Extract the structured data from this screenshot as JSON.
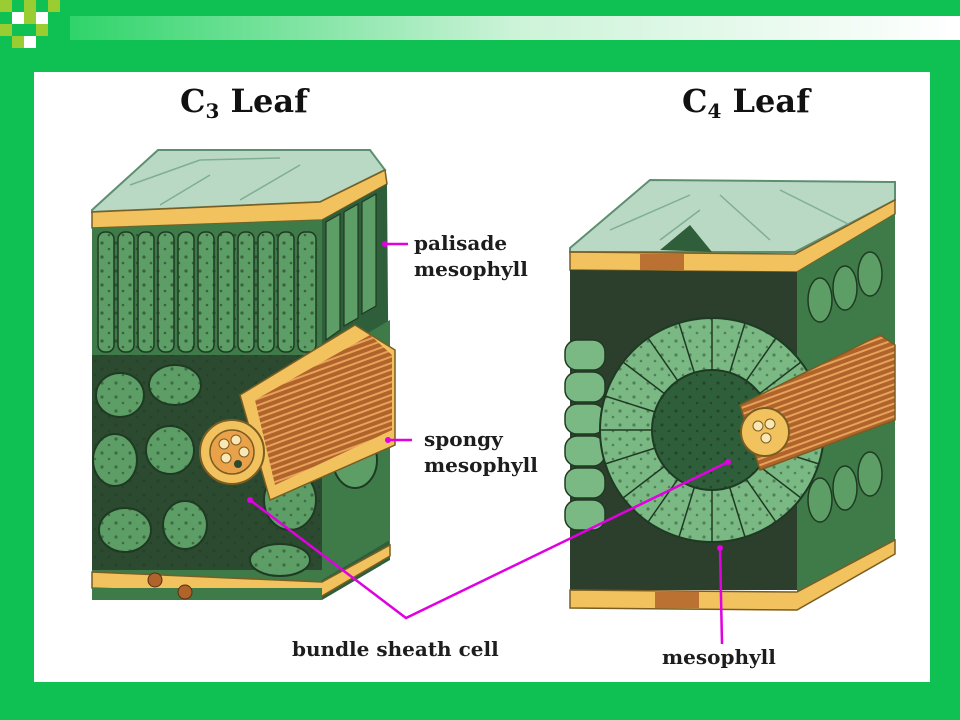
{
  "titles": {
    "c3_main": "C",
    "c3_sub": "3",
    "c3_rest": " Leaf",
    "c4_main": "C",
    "c4_sub": "4",
    "c4_rest": " Leaf"
  },
  "labels": {
    "palisade_line1": "palisade",
    "palisade_line2": "mesophyll",
    "spongy_line1": "spongy",
    "spongy_line2": "mesophyll",
    "bundle_sheath": "bundle sheath cell",
    "mesophyll": "mesophyll"
  },
  "colors": {
    "background": "#0fc152",
    "leader_line": "#e000e0",
    "epidermis": "#f2c25e",
    "mesophyll": "#4f8f5a",
    "dark_tissue": "#2c4a30"
  }
}
